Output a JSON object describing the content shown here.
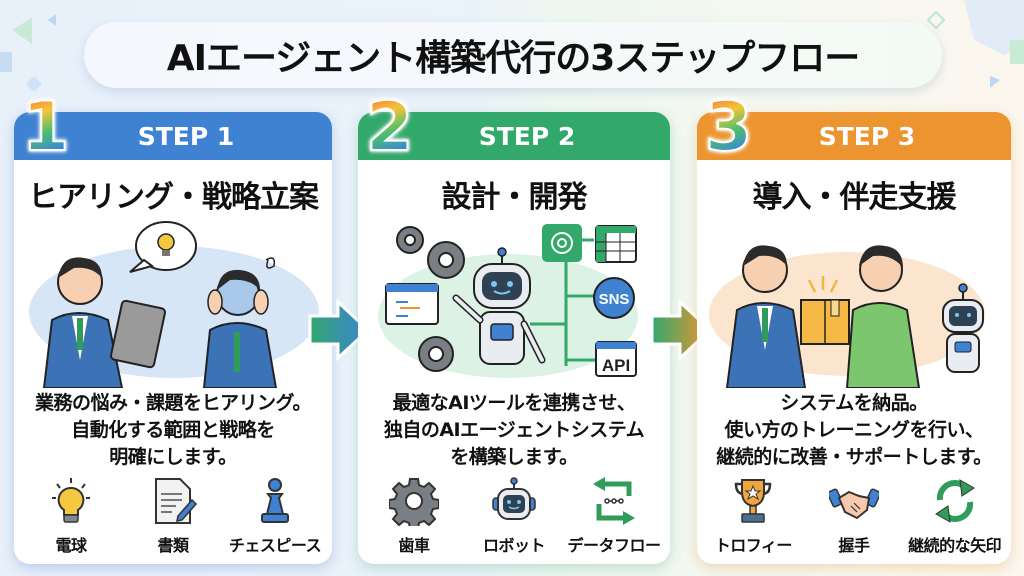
{
  "title": "AIエージェント構築代行の3ステップフロー",
  "colors": {
    "step1": "#3f82d2",
    "step2": "#32a86b",
    "step3": "#ec9530"
  },
  "steps": [
    {
      "number": "1",
      "header": "STEP 1",
      "title": "ヒアリング・戦略立案",
      "illustration": "consultant-with-tablet-and-worried-client",
      "description": [
        "業務の悩み・課題をヒアリング。",
        "自動化する範囲と戦略を",
        "明確にします。"
      ],
      "icons": [
        {
          "icon": "lightbulb-icon",
          "label": "電球"
        },
        {
          "icon": "document-icon",
          "label": "書類"
        },
        {
          "icon": "chess-pawn-icon",
          "label": "チェスピース"
        }
      ]
    },
    {
      "number": "2",
      "header": "STEP 2",
      "title": "設計・開発",
      "illustration": "robot-connected-to-tools",
      "tool_labels": {
        "sns": "SNS",
        "api": "API"
      },
      "description": [
        "最適なAIツールを連携させ、",
        "独自のAIエージェントシステム",
        "を構築します。"
      ],
      "icons": [
        {
          "icon": "gear-icon",
          "label": "歯車"
        },
        {
          "icon": "robot-icon",
          "label": "ロボット"
        },
        {
          "icon": "data-flow-icon",
          "label": "データフロー"
        }
      ]
    },
    {
      "number": "3",
      "header": "STEP 3",
      "title": "導入・伴走支援",
      "illustration": "handing-over-package-with-robot",
      "description": [
        "システムを納品。",
        "使い方のトレーニングを行い、",
        "継続的に改善・サポートします。"
      ],
      "icons": [
        {
          "icon": "trophy-icon",
          "label": "トロフィー"
        },
        {
          "icon": "handshake-icon",
          "label": "握手"
        },
        {
          "icon": "cycle-arrows-icon",
          "label": "継続的な矢印"
        }
      ]
    }
  ]
}
